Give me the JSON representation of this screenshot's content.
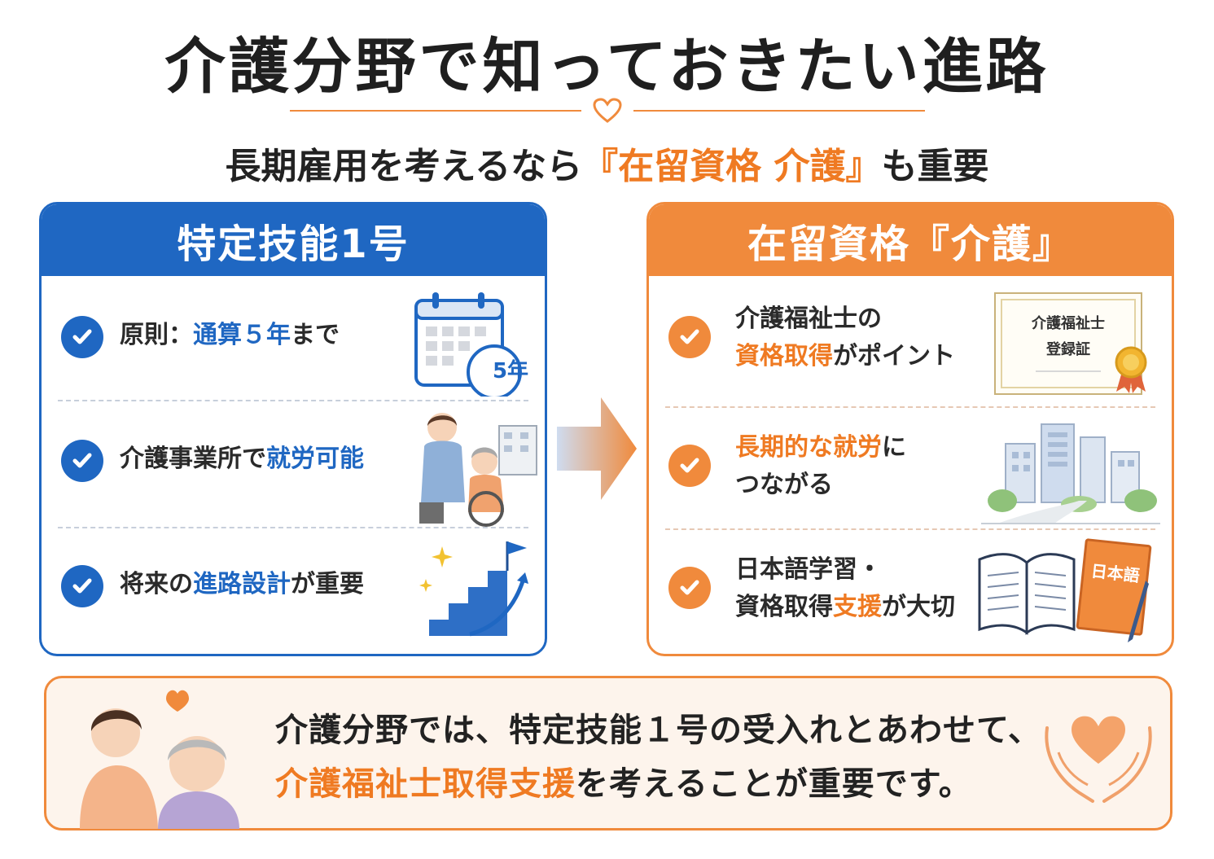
{
  "title": "介護分野で知っておきたい進路",
  "subtitle": {
    "prefix": "長期雇用を考えるなら",
    "highlight": "『在留資格 介護』",
    "suffix": "も重要"
  },
  "left_panel": {
    "heading": "特定技能1号",
    "items": [
      {
        "pre": "原則：",
        "hl": "通算５年",
        "post": "まで"
      },
      {
        "pre": "介護事業所で",
        "hl": "就労可能",
        "post": ""
      },
      {
        "pre": "将来の",
        "hl": "進路設計",
        "post": "が重要"
      }
    ],
    "calendar_badge": "5年"
  },
  "right_panel": {
    "heading": "在留資格『介護』",
    "items": [
      {
        "line1": "介護福祉士の",
        "hl": "資格取得",
        "post": "がポイント"
      },
      {
        "hl": "長期的な就労",
        "post": "に",
        "line2": "つながる"
      },
      {
        "line1": "日本語学習・",
        "pre": "資格取得",
        "hl": "支援",
        "post": "が大切"
      }
    ],
    "certificate_text_1": "介護福祉士",
    "certificate_text_2": "登録証",
    "book_title": "日本語"
  },
  "bottom": {
    "line1": "介護分野では、特定技能１号の受入れとあわせて、",
    "line2_hl": "介護福祉士取得支援",
    "line2_post": "を考えることが重要です。"
  },
  "colors": {
    "blue": "#1f67c2",
    "orange": "#f08a3c",
    "text": "#222222"
  }
}
